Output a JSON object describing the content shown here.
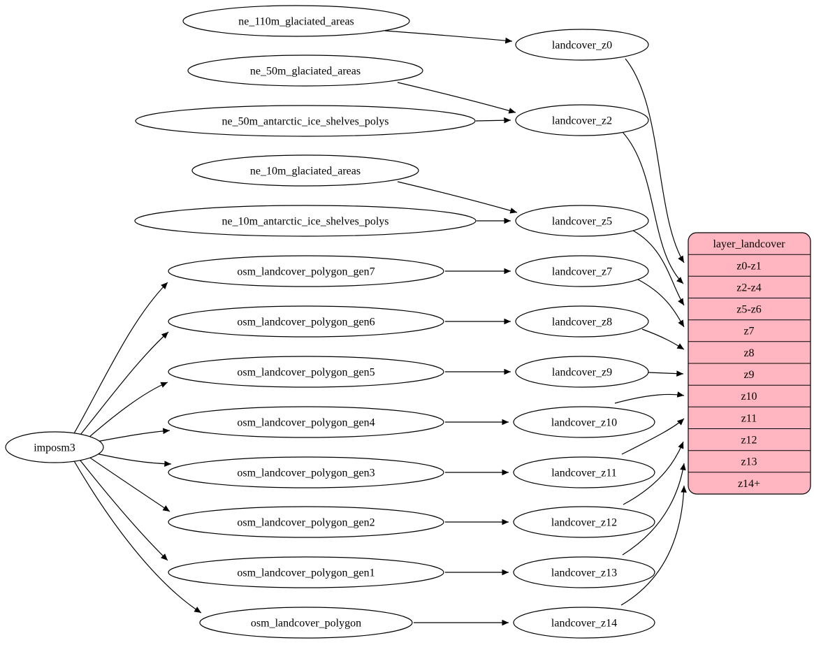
{
  "colors": {
    "record_fill": "#ffb6c1",
    "node_fill": "#ffffff",
    "stroke": "#000000",
    "background": "#ffffff"
  },
  "nodes": {
    "imposm3": "imposm3",
    "ne_110m_glaciated_areas": "ne_110m_glaciated_areas",
    "ne_50m_glaciated_areas": "ne_50m_glaciated_areas",
    "ne_50m_antarctic_ice_shelves_polys": "ne_50m_antarctic_ice_shelves_polys",
    "ne_10m_glaciated_areas": "ne_10m_glaciated_areas",
    "ne_10m_antarctic_ice_shelves_polys": "ne_10m_antarctic_ice_shelves_polys",
    "osm_landcover_polygon_gen7": "osm_landcover_polygon_gen7",
    "osm_landcover_polygon_gen6": "osm_landcover_polygon_gen6",
    "osm_landcover_polygon_gen5": "osm_landcover_polygon_gen5",
    "osm_landcover_polygon_gen4": "osm_landcover_polygon_gen4",
    "osm_landcover_polygon_gen3": "osm_landcover_polygon_gen3",
    "osm_landcover_polygon_gen2": "osm_landcover_polygon_gen2",
    "osm_landcover_polygon_gen1": "osm_landcover_polygon_gen1",
    "osm_landcover_polygon": "osm_landcover_polygon",
    "landcover_z0": "landcover_z0",
    "landcover_z2": "landcover_z2",
    "landcover_z5": "landcover_z5",
    "landcover_z7": "landcover_z7",
    "landcover_z8": "landcover_z8",
    "landcover_z9": "landcover_z9",
    "landcover_z10": "landcover_z10",
    "landcover_z11": "landcover_z11",
    "landcover_z12": "landcover_z12",
    "landcover_z13": "landcover_z13",
    "landcover_z14": "landcover_z14"
  },
  "record": {
    "title": "layer_landcover",
    "rows": [
      "z0-z1",
      "z2-z4",
      "z5-z6",
      "z7",
      "z8",
      "z9",
      "z10",
      "z11",
      "z12",
      "z13",
      "z14+"
    ]
  },
  "edges": [
    {
      "from": "ne_110m_glaciated_areas",
      "to": "landcover_z0"
    },
    {
      "from": "ne_50m_glaciated_areas",
      "to": "landcover_z2"
    },
    {
      "from": "ne_50m_antarctic_ice_shelves_polys",
      "to": "landcover_z2"
    },
    {
      "from": "ne_10m_glaciated_areas",
      "to": "landcover_z5"
    },
    {
      "from": "ne_10m_antarctic_ice_shelves_polys",
      "to": "landcover_z5"
    },
    {
      "from": "imposm3",
      "to": "osm_landcover_polygon_gen7"
    },
    {
      "from": "imposm3",
      "to": "osm_landcover_polygon_gen6"
    },
    {
      "from": "imposm3",
      "to": "osm_landcover_polygon_gen5"
    },
    {
      "from": "imposm3",
      "to": "osm_landcover_polygon_gen4"
    },
    {
      "from": "imposm3",
      "to": "osm_landcover_polygon_gen3"
    },
    {
      "from": "imposm3",
      "to": "osm_landcover_polygon_gen2"
    },
    {
      "from": "imposm3",
      "to": "osm_landcover_polygon_gen1"
    },
    {
      "from": "imposm3",
      "to": "osm_landcover_polygon"
    },
    {
      "from": "osm_landcover_polygon_gen7",
      "to": "landcover_z7"
    },
    {
      "from": "osm_landcover_polygon_gen6",
      "to": "landcover_z8"
    },
    {
      "from": "osm_landcover_polygon_gen5",
      "to": "landcover_z9"
    },
    {
      "from": "osm_landcover_polygon_gen4",
      "to": "landcover_z10"
    },
    {
      "from": "osm_landcover_polygon_gen3",
      "to": "landcover_z11"
    },
    {
      "from": "osm_landcover_polygon_gen2",
      "to": "landcover_z12"
    },
    {
      "from": "osm_landcover_polygon_gen1",
      "to": "landcover_z13"
    },
    {
      "from": "osm_landcover_polygon",
      "to": "landcover_z14"
    },
    {
      "from": "landcover_z0",
      "to": "layer_landcover.z0-z1"
    },
    {
      "from": "landcover_z2",
      "to": "layer_landcover.z2-z4"
    },
    {
      "from": "landcover_z5",
      "to": "layer_landcover.z5-z6"
    },
    {
      "from": "landcover_z7",
      "to": "layer_landcover.z7"
    },
    {
      "from": "landcover_z8",
      "to": "layer_landcover.z8"
    },
    {
      "from": "landcover_z9",
      "to": "layer_landcover.z9"
    },
    {
      "from": "landcover_z10",
      "to": "layer_landcover.z10"
    },
    {
      "from": "landcover_z11",
      "to": "layer_landcover.z11"
    },
    {
      "from": "landcover_z12",
      "to": "layer_landcover.z12"
    },
    {
      "from": "landcover_z13",
      "to": "layer_landcover.z13"
    },
    {
      "from": "landcover_z14",
      "to": "layer_landcover.z14+"
    }
  ]
}
